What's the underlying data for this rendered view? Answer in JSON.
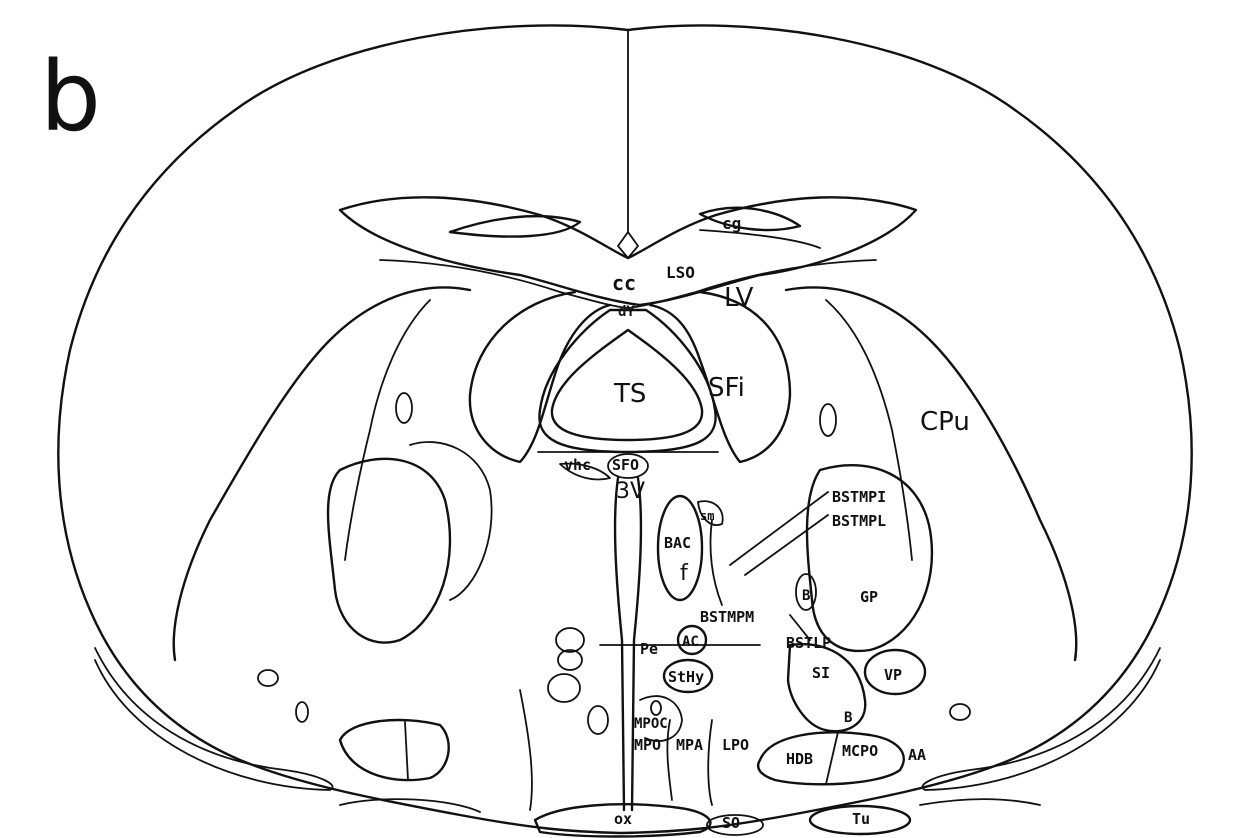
{
  "panel_letter": "b",
  "labels": {
    "cg": "cg",
    "cc": "cc",
    "lso": "LSO",
    "dy": "dY",
    "lv": "LV",
    "ts": "TS",
    "sfi": "SFi",
    "cpu": "CPu",
    "vhc": "vhc",
    "sfo": "SFO",
    "v3": "3V",
    "sm": "sm",
    "bac": "BAC",
    "f": "f",
    "bstmpi": "BSTMPI",
    "bstmpl": "BSTMPL",
    "gp": "GP",
    "b1": "B",
    "bstmpm": "BSTMPM",
    "pe": "Pe",
    "ac": "AC",
    "bstlp": "BSTLP",
    "si": "SI",
    "vp": "VP",
    "sthy": "StHy",
    "b2": "B",
    "mpoc": "MPOC",
    "mpo": "MPO",
    "mpa": "MPA",
    "lpo": "LPO",
    "hdb": "HDB",
    "mcpo": "MCPO",
    "aa": "AA",
    "ox": "ox",
    "so": "SO",
    "tu": "Tu"
  }
}
